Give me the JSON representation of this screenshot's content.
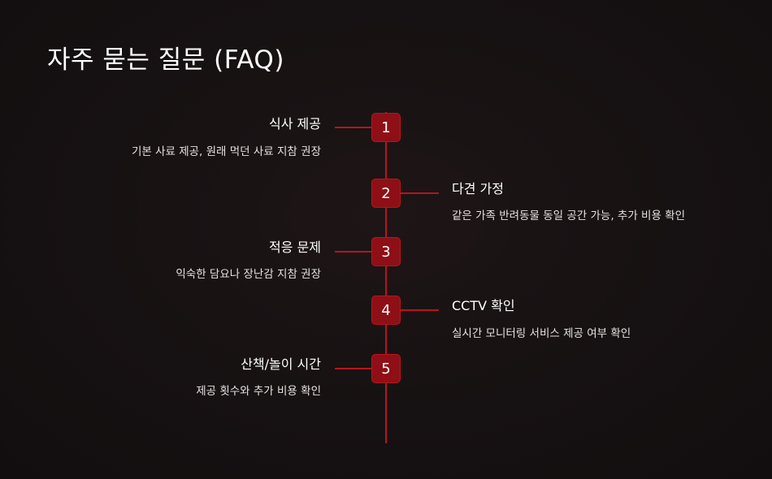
{
  "title": "자주 묻는 질문 (FAQ)",
  "colors": {
    "background": "#161112",
    "accent": "#b8141d",
    "node_fill": "#8e0f16",
    "text": "#ffffff"
  },
  "items": [
    {
      "number": "1",
      "title": "식사 제공",
      "description": "기본 사료 제공, 원래 먹던 사료 지참 권장",
      "side": "left"
    },
    {
      "number": "2",
      "title": "다견 가정",
      "description": "같은 가족 반려동물 동일 공간 가능, 추가 비용 확인",
      "side": "right"
    },
    {
      "number": "3",
      "title": "적응 문제",
      "description": "익숙한 담요나 장난감 지참 권장",
      "side": "left"
    },
    {
      "number": "4",
      "title": "CCTV 확인",
      "description": "실시간 모니터링 서비스 제공 여부 확인",
      "side": "right"
    },
    {
      "number": "5",
      "title": "산책/놀이 시간",
      "description": "제공 횟수와 추가 비용 확인",
      "side": "left"
    }
  ]
}
